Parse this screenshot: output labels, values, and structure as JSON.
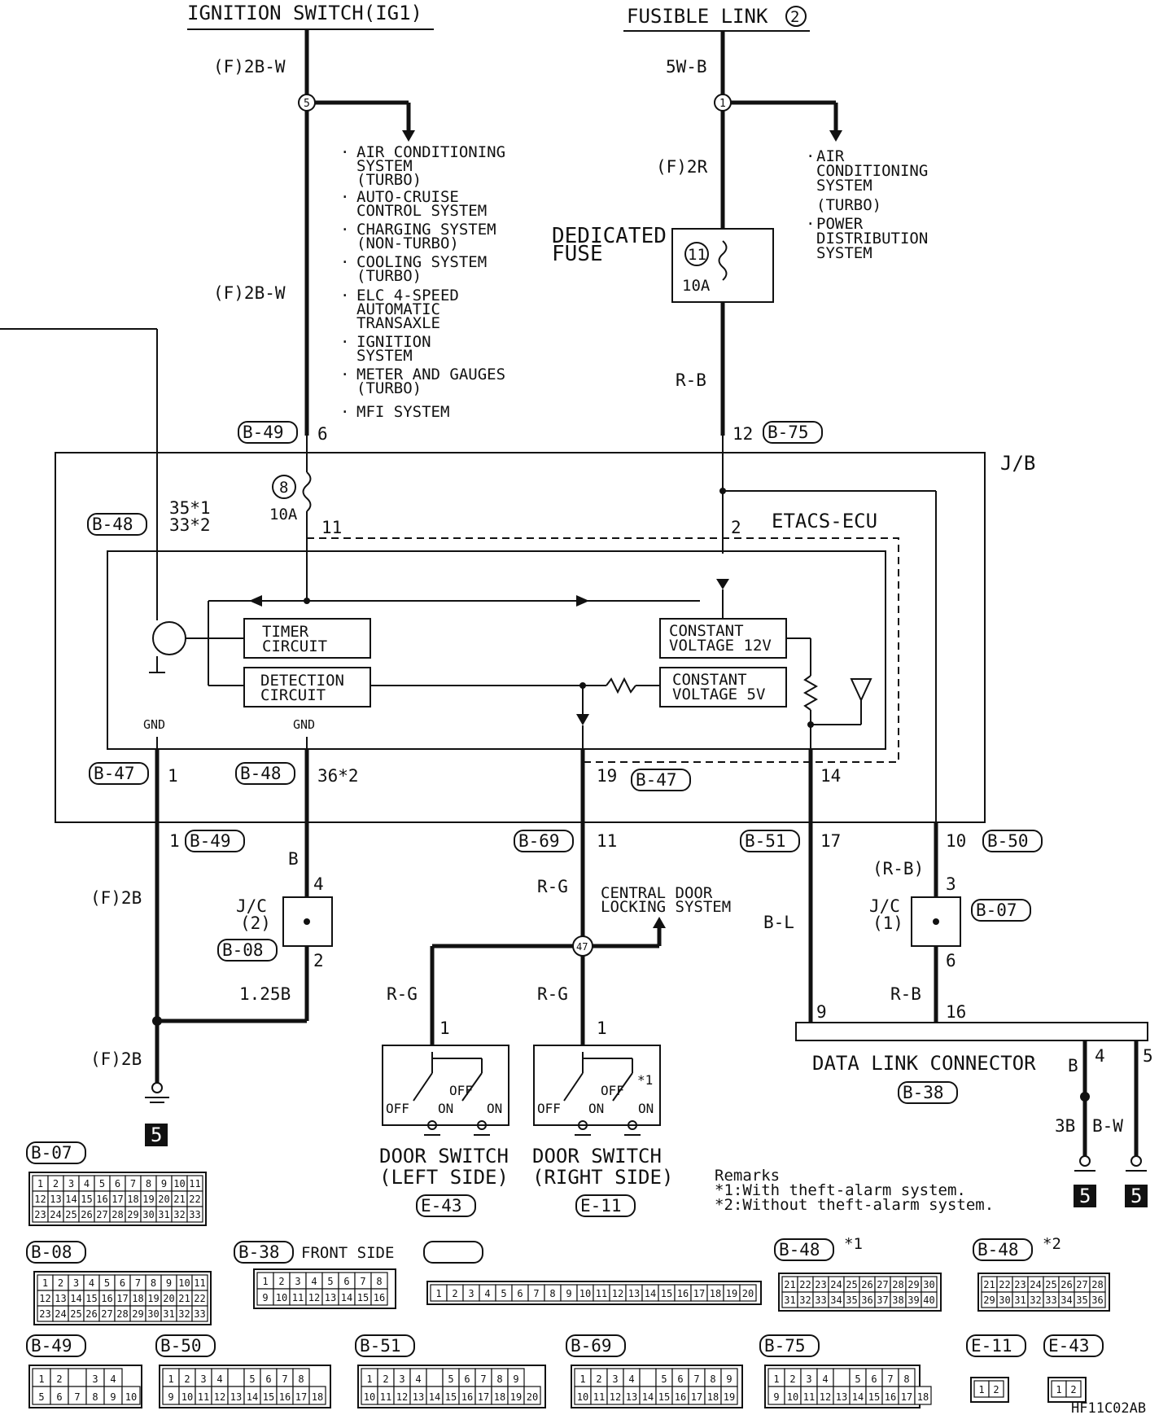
{
  "sources": {
    "ignition": "IGNITION SWITCH(IG1)",
    "fusible": "FUSIBLE LINK",
    "fusible_num": "2"
  },
  "wires": {
    "ign_top": "(F)2B-W",
    "ign_mid": "(F)2B-W",
    "fus_top": "5W-B",
    "fus_mid": "(F)2R",
    "fus_low": "R-B",
    "gnd_left": "(F)2B",
    "gnd_left_low": "(F)2B",
    "jc2_top": "B",
    "jc2_bot": "1.25B",
    "door_main": "R-G",
    "door_left": "R-G",
    "door_right": "R-G",
    "dlc_bl": "B-L",
    "jc1_top": "(R-B)",
    "jc1_bot": "R-B",
    "dlc4": "B",
    "dlc4_low": "3B",
    "dlc5": "B-W"
  },
  "junctions": {
    "j5": "5",
    "j1": "1",
    "j47": "47",
    "fuse11": "11",
    "fuse8": "8"
  },
  "ign_list": [
    "AIR CONDITIONING",
    "SYSTEM",
    "(TURBO)",
    "AUTO-CRUISE",
    "CONTROL SYSTEM",
    "CHARGING SYSTEM",
    "(NON-TURBO)",
    "COOLING SYSTEM",
    "(TURBO)",
    "ELC 4-SPEED",
    "AUTOMATIC",
    "TRANSAXLE",
    "IGNITION",
    "SYSTEM",
    "METER AND GAUGES",
    "(TURBO)",
    "MFI SYSTEM"
  ],
  "fus_list": [
    "AIR",
    "CONDITIONING",
    "SYSTEM",
    "(TURBO)",
    "POWER",
    "DISTRIBUTION",
    "SYSTEM"
  ],
  "fuse": {
    "dedicated_1": "DEDICATED",
    "dedicated_2": "FUSE",
    "rating_a": "10A",
    "rating_b": "10A"
  },
  "jb": {
    "label": "J/B",
    "ecu": "ETACS-ECU",
    "timer_1": "TIMER",
    "timer_2": "CIRCUIT",
    "detect_1": "DETECTION",
    "detect_2": "CIRCUIT",
    "cv12_1": "CONSTANT",
    "cv12_2": "VOLTAGE 12V",
    "cv5_1": "CONSTANT",
    "cv5_2": "VOLTAGE 5V",
    "gnd_a": "GND",
    "gnd_b": "GND"
  },
  "connectors": {
    "b49_top": "B-49",
    "b75_top": "B-75",
    "b48_left": "B-48",
    "b47_left": "B-47",
    "b48_bot": "B-48",
    "b47_bot": "B-47",
    "b49_bot": "B-49",
    "b69": "B-69",
    "b51": "B-51",
    "b50": "B-50",
    "b08": "B-08",
    "b07": "B-07",
    "b38": "B-38",
    "e43": "E-43",
    "e11": "E-11"
  },
  "pins": {
    "p6": "6",
    "p12": "12",
    "p3533_a": "35*1",
    "p3533_b": "33*2",
    "p11": "11",
    "p2": "2",
    "p1a": "1",
    "p36": "36*2",
    "p19": "19",
    "p14": "14",
    "p1b": "1",
    "p11b": "11",
    "p17": "17",
    "p10": "10",
    "jc2_4": "4",
    "jc2_2": "2",
    "jc1_3": "3",
    "jc1_6": "6",
    "sw_l1": "1",
    "sw_r1": "1",
    "dlc9": "9",
    "dlc16": "16",
    "dlc4": "4",
    "dlc5": "5"
  },
  "jc": {
    "jc2_a": "J/C",
    "jc2_b": "(2)",
    "jc1_a": "J/C",
    "jc1_b": "(1)"
  },
  "central": {
    "line1": "CENTRAL DOOR",
    "line2": "LOCKING SYSTEM"
  },
  "switches": {
    "left_1": "DOOR SWITCH",
    "left_2": "(LEFT SIDE)",
    "right_1": "DOOR SWITCH",
    "right_2": "(RIGHT SIDE)",
    "off": "OFF",
    "on": "ON",
    "note": "*1"
  },
  "dlc": {
    "label": "DATA LINK CONNECTOR"
  },
  "ground": {
    "mark": "5"
  },
  "remarks": {
    "title": "Remarks",
    "r1": "*1:With theft-alarm system.",
    "r2": "*2:Without theft-alarm system."
  },
  "conn_views": {
    "b38_side": "FRONT SIDE",
    "b48_1": "*1",
    "b48_2": "*2"
  },
  "code": "HF11C02AB"
}
